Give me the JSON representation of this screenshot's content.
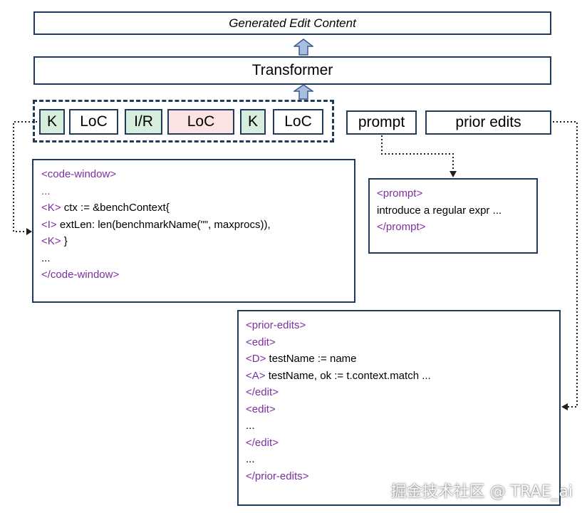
{
  "header": {
    "generated": "Generated Edit Content",
    "transformer": "Transformer"
  },
  "tokens": [
    "K",
    "LoC",
    "I/R",
    "LoC",
    "K",
    "LoC"
  ],
  "inputs": {
    "prompt": "prompt",
    "prior_edits": "prior edits"
  },
  "code_window": [
    {
      "tag": "<code-window>",
      "text": ""
    },
    {
      "tag": "...",
      "text": ""
    },
    {
      "tag": "<K>",
      "text": " ctx := &benchContext{"
    },
    {
      "tag": "<I>",
      "text": " extLen: len(benchmarkName(\"\", maxprocs)),"
    },
    {
      "tag": "<K>",
      "text": " }"
    },
    {
      "tag": "",
      "text": "..."
    },
    {
      "tag": "</code-window>",
      "text": ""
    }
  ],
  "prompt_box": [
    {
      "tag": "<prompt>",
      "text": ""
    },
    {
      "tag": "",
      "text": "introduce a regular expr ..."
    },
    {
      "tag": "</prompt>",
      "text": ""
    }
  ],
  "prior_edits_box": [
    {
      "tag": "<prior-edits>",
      "text": ""
    },
    {
      "tag": "<edit>",
      "text": ""
    },
    {
      "tag": "<D>",
      "text": " testName := name"
    },
    {
      "tag": "<A>",
      "text": " testName, ok := t.context.match ..."
    },
    {
      "tag": "</edit>",
      "text": ""
    },
    {
      "tag": "<edit>",
      "text": ""
    },
    {
      "tag": "",
      "text": "..."
    },
    {
      "tag": "</edit>",
      "text": ""
    },
    {
      "tag": "",
      "text": "..."
    },
    {
      "tag": "</prior-edits>",
      "text": ""
    }
  ],
  "watermark": "掘金技术社区 @ TRAE_ai",
  "colors": {
    "border": "#1f3a5a",
    "tag": "#7b2fa0",
    "keep": "#d7eedd",
    "replace": "#fbe2e3",
    "arrow": "#a8bde0"
  }
}
